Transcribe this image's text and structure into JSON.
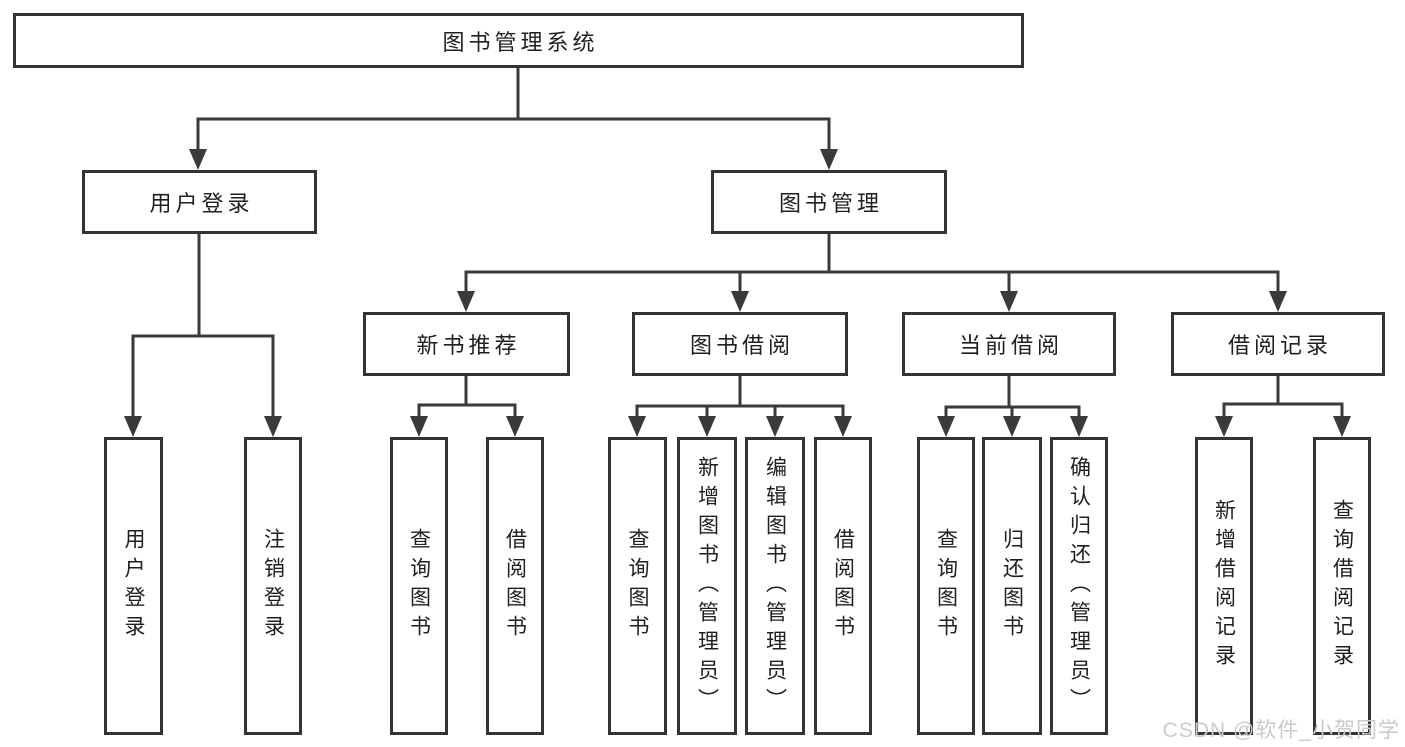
{
  "colors": {
    "line": "#3a3a3a",
    "box_border": "#343434",
    "text": "#1f1f1f",
    "watermark": "#c9cacb",
    "background": "#ffffff"
  },
  "watermark": {
    "text": "CSDN @软件_小贺同学"
  },
  "tree": {
    "root": {
      "label": "图书管理系统"
    },
    "branches": [
      {
        "label": "用户登录",
        "children": [
          {
            "label": "用户登录"
          },
          {
            "label": "注销登录"
          }
        ]
      },
      {
        "label": "图书管理",
        "children": [
          {
            "label": "新书推荐",
            "children": [
              {
                "label": "查询图书"
              },
              {
                "label": "借阅图书"
              }
            ]
          },
          {
            "label": "图书借阅",
            "children": [
              {
                "label": "查询图书"
              },
              {
                "label": "新增图书（管理员）"
              },
              {
                "label": "编辑图书（管理员）"
              },
              {
                "label": "借阅图书"
              }
            ]
          },
          {
            "label": "当前借阅",
            "children": [
              {
                "label": "查询图书"
              },
              {
                "label": "归还图书"
              },
              {
                "label": "确认归还（管理员）"
              }
            ]
          },
          {
            "label": "借阅记录",
            "children": [
              {
                "label": "新增借阅记录"
              },
              {
                "label": "查询借阅记录"
              }
            ]
          }
        ]
      }
    ]
  }
}
